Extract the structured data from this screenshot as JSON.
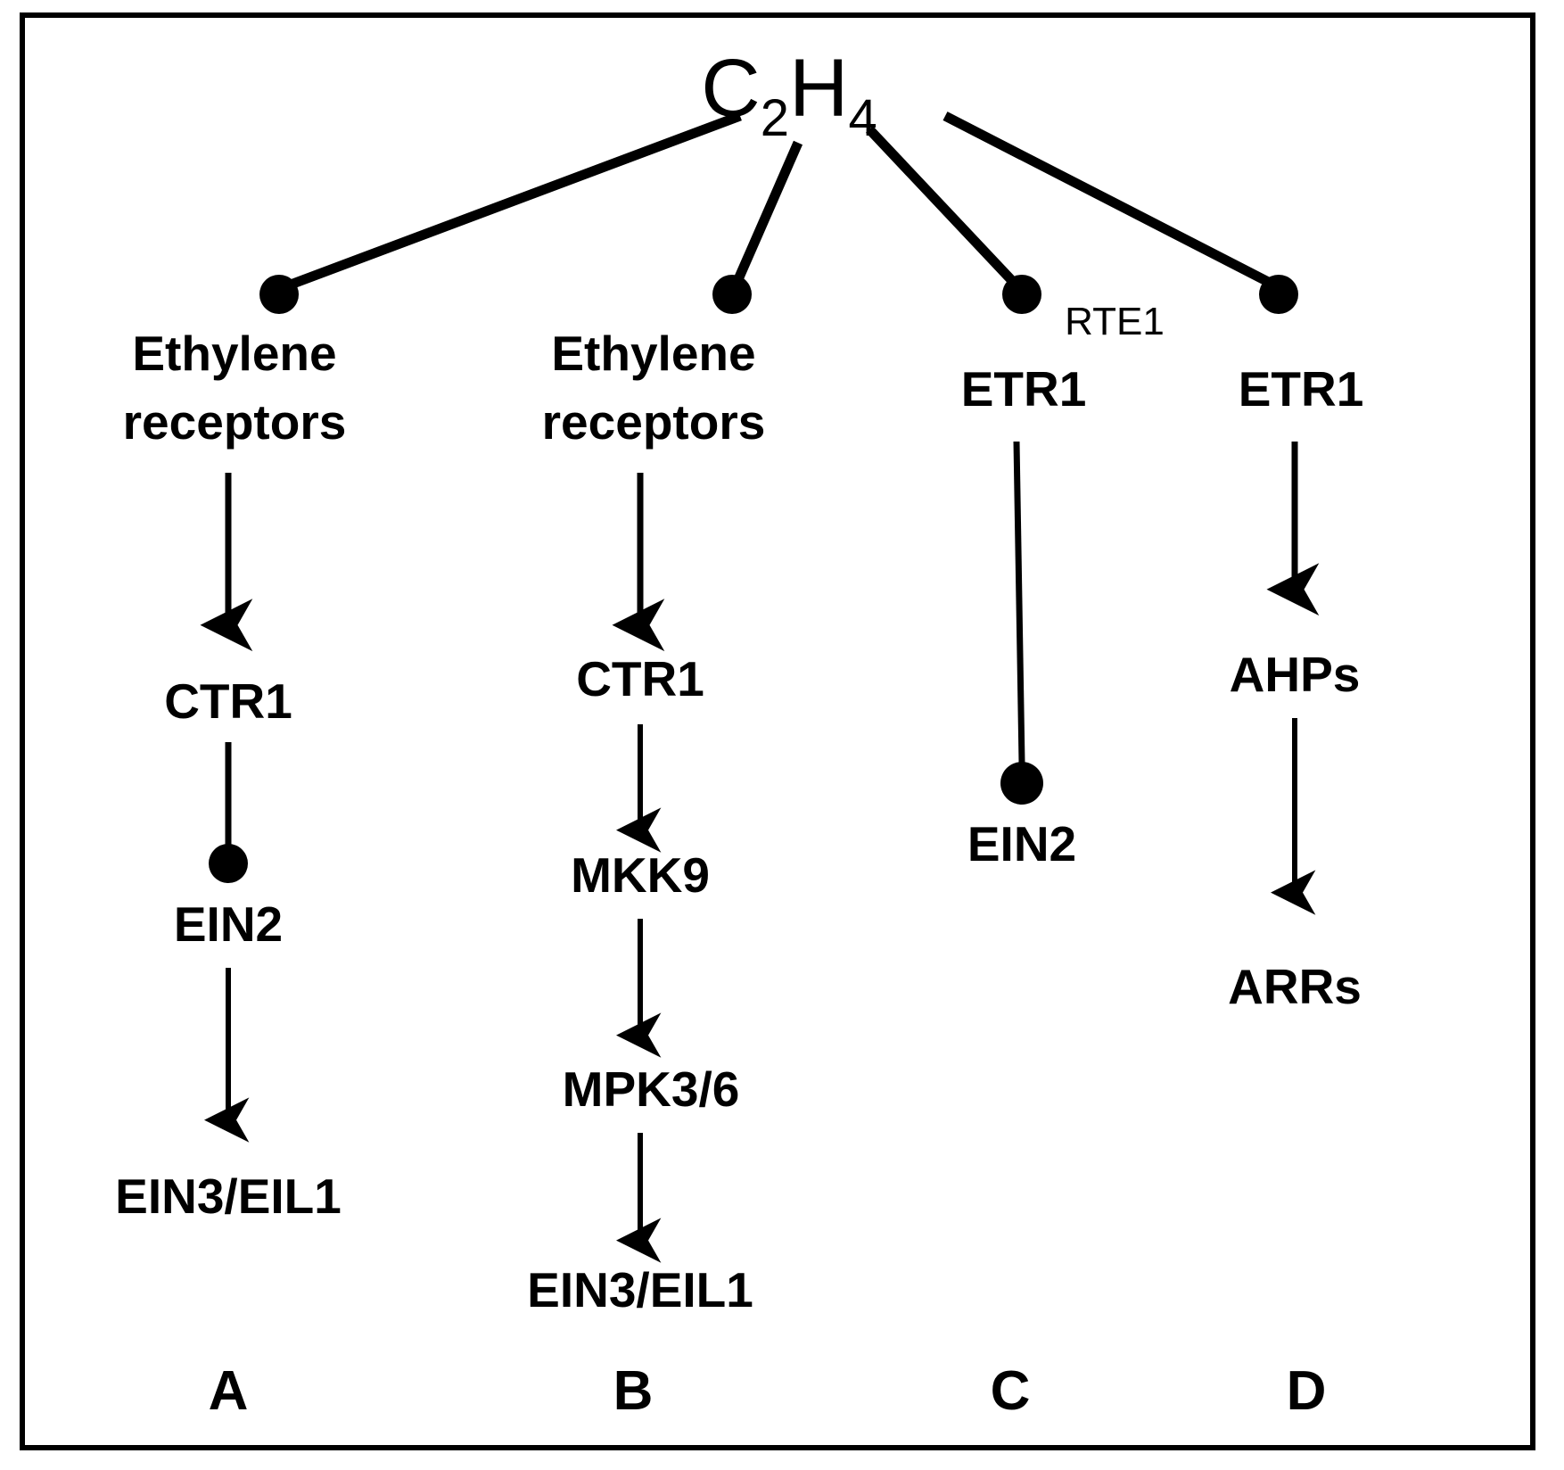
{
  "figure": {
    "title_formula": {
      "base1": "C",
      "sub1": "2",
      "base2": "H",
      "sub2": "4"
    },
    "border_color": "#000000",
    "ink_color": "#000000",
    "background_color": "#ffffff"
  },
  "annotations": {
    "rte1": "RTE1"
  },
  "panels": [
    {
      "letter": "A",
      "nodes": [
        {
          "id": "a-receptors-line1",
          "label": "Ethylene"
        },
        {
          "id": "a-receptors-line2",
          "label": "receptors"
        },
        {
          "id": "a-ctr1",
          "label": "CTR1"
        },
        {
          "id": "a-ein2",
          "label": "EIN2"
        },
        {
          "id": "a-ein3eil1",
          "label": "EIN3/EIL1"
        }
      ],
      "edges": [
        {
          "from": "C2H4",
          "to": "a-receptors",
          "type": "inhibition"
        },
        {
          "from": "a-receptors",
          "to": "a-ctr1",
          "type": "activation"
        },
        {
          "from": "a-ctr1",
          "to": "a-ein2",
          "type": "inhibition"
        },
        {
          "from": "a-ein2",
          "to": "a-ein3eil1",
          "type": "activation"
        }
      ]
    },
    {
      "letter": "B",
      "nodes": [
        {
          "id": "b-receptors-line1",
          "label": "Ethylene"
        },
        {
          "id": "b-receptors-line2",
          "label": "receptors"
        },
        {
          "id": "b-ctr1",
          "label": "CTR1"
        },
        {
          "id": "b-mkk9",
          "label": "MKK9"
        },
        {
          "id": "b-mpk36",
          "label": "MPK3/6"
        },
        {
          "id": "b-ein3eil1",
          "label": "EIN3/EIL1"
        }
      ],
      "edges": [
        {
          "from": "C2H4",
          "to": "b-receptors",
          "type": "inhibition"
        },
        {
          "from": "b-receptors",
          "to": "b-ctr1",
          "type": "activation"
        },
        {
          "from": "b-ctr1",
          "to": "b-mkk9",
          "type": "activation"
        },
        {
          "from": "b-mkk9",
          "to": "b-mpk36",
          "type": "activation"
        },
        {
          "from": "b-mpk36",
          "to": "b-ein3eil1",
          "type": "activation"
        }
      ]
    },
    {
      "letter": "C",
      "nodes": [
        {
          "id": "c-etr1",
          "label": "ETR1"
        },
        {
          "id": "c-ein2",
          "label": "EIN2"
        }
      ],
      "edges": [
        {
          "from": "C2H4",
          "to": "c-etr1",
          "type": "inhibition"
        },
        {
          "from": "c-etr1",
          "to": "c-ein2",
          "type": "inhibition"
        }
      ]
    },
    {
      "letter": "D",
      "nodes": [
        {
          "id": "d-etr1",
          "label": "ETR1"
        },
        {
          "id": "d-ahps",
          "label": "AHPs"
        },
        {
          "id": "d-arrs",
          "label": "ARRs"
        }
      ],
      "edges": [
        {
          "from": "C2H4",
          "to": "d-etr1",
          "type": "inhibition"
        },
        {
          "from": "d-etr1",
          "to": "d-ahps",
          "type": "activation"
        },
        {
          "from": "d-ahps",
          "to": "d-arrs",
          "type": "activation"
        }
      ]
    }
  ]
}
